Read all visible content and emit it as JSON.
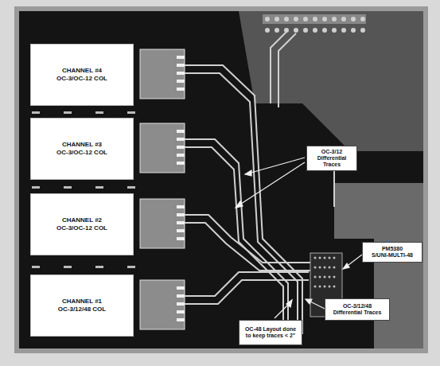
{
  "diagram": {
    "nodes": [
      {
        "text": [
          "CHANNEL #4",
          "OC-3/OC-12 COL"
        ]
      },
      {
        "text": [
          "CHANNEL #3",
          "OC-3/OC-12 COL"
        ]
      },
      {
        "text": [
          "CHANNEL #2",
          "OC-3/OC-12 COL"
        ]
      },
      {
        "text": [
          "CHANNEL #1",
          "OC-3/12/48 COL"
        ]
      },
      {
        "text": [
          "OC-3/12 Differential Traces"
        ]
      },
      {
        "text": [
          "PM5380",
          "S/UNI-MULTI-48"
        ]
      },
      {
        "text": [
          "OC-3/12/48 Differential Traces"
        ]
      },
      {
        "text": [
          "OC-48 Layout done to keep traces < 2\""
        ]
      }
    ]
  }
}
